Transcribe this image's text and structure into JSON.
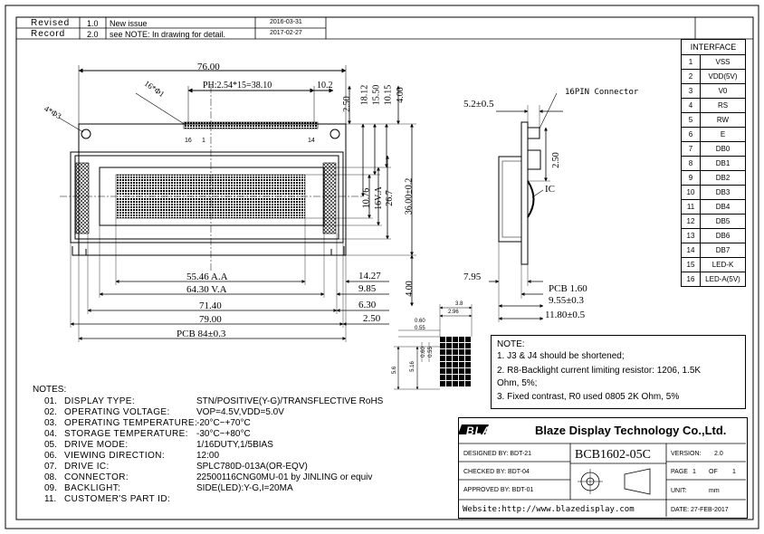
{
  "revision": {
    "label_1": "Revised",
    "label_2": "Record",
    "rows": [
      {
        "rev": "1.0",
        "desc": "New issue",
        "date": "2016-03-31"
      },
      {
        "rev": "2.0",
        "desc": "see NOTE: In drawing for detail.",
        "date": "2017-02-27"
      }
    ]
  },
  "front_view": {
    "dims": {
      "overall_width": "76.00",
      "pin_pitch": "PH:2.54*15=38.10",
      "pin_offset": "10.2",
      "pin_holes": "16*Φ1",
      "mount_holes": "4*Φ3",
      "pin_first": "16",
      "pin_second": "1",
      "pin_last": "14",
      "v_2_50": "2.50",
      "v_18_12": "18.12",
      "v_15_50": "15.50",
      "v_10_15": "10.15",
      "v_4_00_top": "4.00",
      "v_10_76": "10.76",
      "v_16va": "16V.A",
      "v_26_7": "26.7",
      "v_36_00": "36.00±0.2",
      "v_4_00_bottom": "4.00",
      "aa_width": "55.46 A.A",
      "va_width": "64.30 V.A",
      "w_71_40": "71.40",
      "w_79_00": "79.00",
      "pcb_width": "PCB 84±0.3",
      "r_14_27": "14.27",
      "r_9_85": "9.85",
      "r_6_30": "6.30",
      "r_2_50": "2.50"
    }
  },
  "side_view": {
    "dims": {
      "connector": "16PIN Connector",
      "conn_offset": "5.2±0.5",
      "d_2_50": "2.50",
      "ic": "IC",
      "d_7_95": "7.95",
      "pcb_thk": "PCB 1.60",
      "d_9_55": "9.55±0.3",
      "d_11_80": "11.80±0.5"
    }
  },
  "pixel_detail": {
    "dims": {
      "w_3_8": "3.8",
      "w_2_96": "2.96",
      "h_0_60": "0.60",
      "h_0_55": "0.55",
      "h_5_6": "5.6",
      "h_5_16": "5.16",
      "v_0_60": "0.60",
      "v_0_55": "0.55"
    }
  },
  "interface": {
    "title": "INTERFACE",
    "pins": [
      {
        "n": "1",
        "name": "VSS"
      },
      {
        "n": "2",
        "name": "VDD(5V)"
      },
      {
        "n": "3",
        "name": "V0"
      },
      {
        "n": "4",
        "name": "RS"
      },
      {
        "n": "5",
        "name": "RW"
      },
      {
        "n": "6",
        "name": "E"
      },
      {
        "n": "7",
        "name": "DB0"
      },
      {
        "n": "8",
        "name": "DB1"
      },
      {
        "n": "9",
        "name": "DB2"
      },
      {
        "n": "10",
        "name": "DB3"
      },
      {
        "n": "11",
        "name": "DB4"
      },
      {
        "n": "12",
        "name": "DB5"
      },
      {
        "n": "13",
        "name": "DB6"
      },
      {
        "n": "14",
        "name": "DB7"
      },
      {
        "n": "15",
        "name": "LED-K"
      },
      {
        "n": "16",
        "name": "LED-A(5V)"
      }
    ]
  },
  "notes": {
    "title": "NOTES:",
    "items": [
      {
        "num": "01.",
        "label": "DISPLAY TYPE:",
        "value": "STN/POSITIVE(Y-G)/TRANSFLECTIVE RoHS"
      },
      {
        "num": "02.",
        "label": "OPERATING VOLTAGE:",
        "value": "VOP=4.5V,VDD=5.0V"
      },
      {
        "num": "03.",
        "label": "OPERATING TEMPERATURE:",
        "value": "-20°C~+70°C"
      },
      {
        "num": "04.",
        "label": "STORAGE TEMPERATURE:",
        "value": "-30°C~+80°C"
      },
      {
        "num": "05.",
        "label": "DRIVE MODE:",
        "value": "1/16DUTY,1/5BIAS"
      },
      {
        "num": "06.",
        "label": "VIEWING DIRECTION:",
        "value": "12:00"
      },
      {
        "num": "07.",
        "label": "DRIVE IC:",
        "value": "SPLC780D-013A(OR-EQV)"
      },
      {
        "num": "08.",
        "label": "CONNECTOR:",
        "value": "22500116CNG0MU-01 by JINLING or equiv"
      },
      {
        "num": "09.",
        "label": "BACKLIGHT:",
        "value": "SIDE(LED):Y-G,I=20MA"
      },
      {
        "num": "11.",
        "label": "CUSTOMER'S PART ID:",
        "value": ""
      }
    ]
  },
  "note_box": {
    "title": "NOTE:",
    "line1": "1. J3 & J4 should be shortened;",
    "line2": "2. R8-Backlight current limiting resistor: 1206, 1.5K",
    "line3": "Ohm, 5%;",
    "line4": "3. Fixed contrast,  R0  used 0805 2K Ohm, 5%"
  },
  "title_block": {
    "logo": "BLAZE",
    "company": "Blaze Display Technology Co.,Ltd.",
    "designed_by": "DESIGNED BY:  BDT-21",
    "checked_by": "CHECKED BY:  BDT-04",
    "approved_by": "APPROVED BY:  BDT-01",
    "part_number": "BCB1602-05C",
    "version_label": "VERSION:",
    "version": "2.0",
    "page_label": "PAGE",
    "page": "1",
    "of_label": "OF",
    "pages": "1",
    "unit_label": "UNIT:",
    "unit": "mm",
    "date_label": "DATE:",
    "date": "27-FEB-2017",
    "website": "Website:http://www.blazedisplay.com"
  }
}
